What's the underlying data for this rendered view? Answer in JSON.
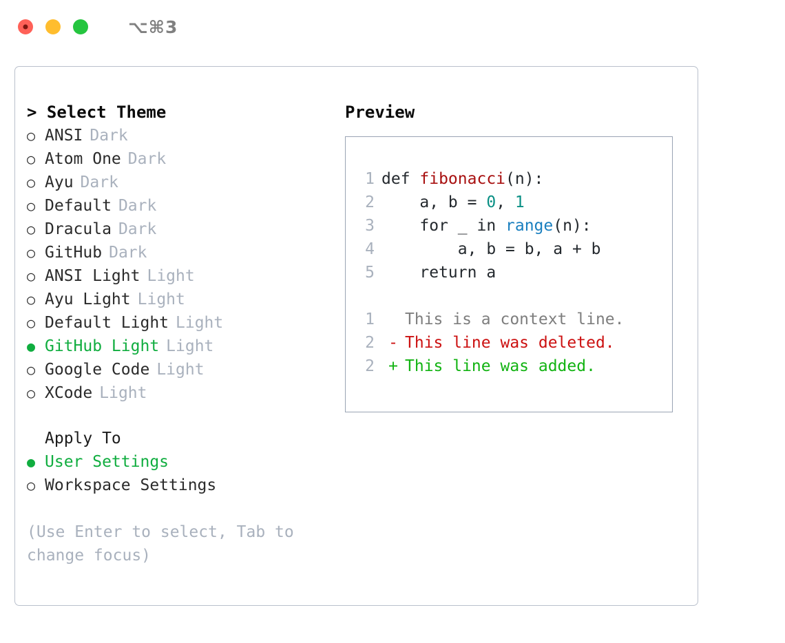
{
  "titlebar": {
    "shortcut": "⌥⌘3",
    "lights": [
      {
        "name": "close",
        "color": "#ff6158"
      },
      {
        "name": "minimize",
        "color": "#ffbd2e"
      },
      {
        "name": "maximize",
        "color": "#25c53f"
      }
    ]
  },
  "left": {
    "header": "> Select Theme",
    "bullet_selected": "●",
    "bullet_unselected": "○",
    "themes": [
      {
        "name": "ANSI",
        "badge": "Dark",
        "selected": false
      },
      {
        "name": "Atom One",
        "badge": "Dark",
        "selected": false
      },
      {
        "name": "Ayu",
        "badge": "Dark",
        "selected": false
      },
      {
        "name": "Default",
        "badge": "Dark",
        "selected": false
      },
      {
        "name": "Dracula",
        "badge": "Dark",
        "selected": false
      },
      {
        "name": "GitHub",
        "badge": "Dark",
        "selected": false
      },
      {
        "name": "ANSI Light",
        "badge": "Light",
        "selected": false
      },
      {
        "name": "Ayu Light",
        "badge": "Light",
        "selected": false
      },
      {
        "name": "Default Light",
        "badge": "Light",
        "selected": false
      },
      {
        "name": "GitHub Light",
        "badge": "Light",
        "selected": true
      },
      {
        "name": "Google Code",
        "badge": "Light",
        "selected": false
      },
      {
        "name": "XCode",
        "badge": "Light",
        "selected": false
      }
    ],
    "apply_to": {
      "title": "Apply To",
      "options": [
        {
          "name": "User Settings",
          "selected": true
        },
        {
          "name": "Workspace Settings",
          "selected": false
        }
      ]
    },
    "hint": "(Use Enter to select, Tab to change focus)"
  },
  "right": {
    "title": "Preview",
    "code_lines": [
      {
        "num": "1",
        "tokens": [
          {
            "t": "def ",
            "c": "plain"
          },
          {
            "t": "fibonacci",
            "c": "fn"
          },
          {
            "t": "(n):",
            "c": "plain"
          }
        ]
      },
      {
        "num": "2",
        "tokens": [
          {
            "t": "    a, b = ",
            "c": "plain"
          },
          {
            "t": "0",
            "c": "num"
          },
          {
            "t": ", ",
            "c": "plain"
          },
          {
            "t": "1",
            "c": "num"
          }
        ]
      },
      {
        "num": "3",
        "tokens": [
          {
            "t": "    for _ in ",
            "c": "plain"
          },
          {
            "t": "range",
            "c": "kw"
          },
          {
            "t": "(n):",
            "c": "plain"
          }
        ]
      },
      {
        "num": "4",
        "tokens": [
          {
            "t": "        a, b = b, a + b",
            "c": "plain"
          }
        ]
      },
      {
        "num": "5",
        "tokens": [
          {
            "t": "    return a",
            "c": "plain"
          }
        ]
      }
    ],
    "diff_lines": [
      {
        "num": "1",
        "sign": " ",
        "text": "This is a context line.",
        "kind": "context"
      },
      {
        "num": "2",
        "sign": "-",
        "text": "This line was deleted.",
        "kind": "del"
      },
      {
        "num": "2",
        "sign": "+",
        "text": "This line was added.",
        "kind": "add"
      }
    ]
  },
  "colors": {
    "accent_green": "#10ad3f",
    "muted": "#a9b1bd",
    "border": "#b9c0cc",
    "preview_border": "#99a3b3",
    "fn_red": "#a81010",
    "num_teal": "#098f84",
    "kw_blue": "#1a7fbf",
    "diff_del": "#cc1111",
    "diff_add": "#12b312"
  }
}
